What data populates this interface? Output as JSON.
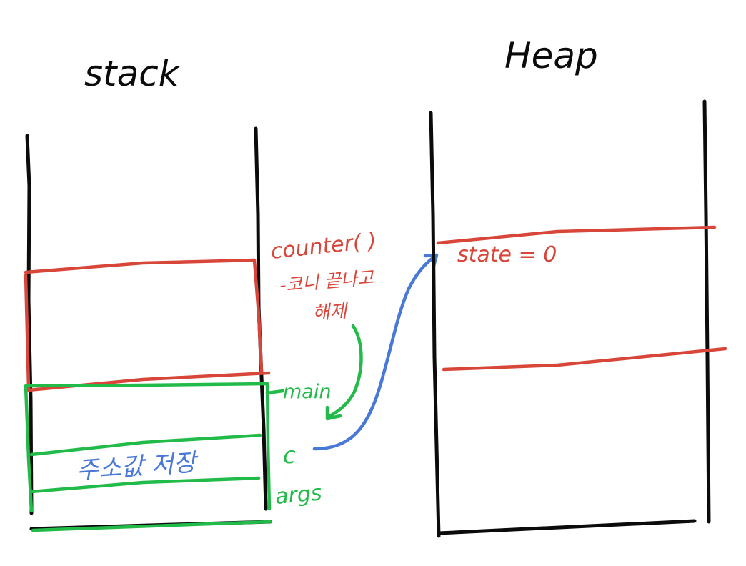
{
  "diagram": {
    "titles": {
      "stack": "stack",
      "heap": "Heap"
    },
    "labels": {
      "counter_call": "counter( )",
      "counter_note_1": "-코니 끝나고",
      "counter_note_2": "해제",
      "main": "main",
      "c": "c",
      "args": "args",
      "address_note": "주소값 저장",
      "state": "state = 0"
    },
    "colors": {
      "ink": "#0b0b0b",
      "red": "#d8463a",
      "green": "#22bb4a",
      "blue": "#4a78d6"
    }
  }
}
